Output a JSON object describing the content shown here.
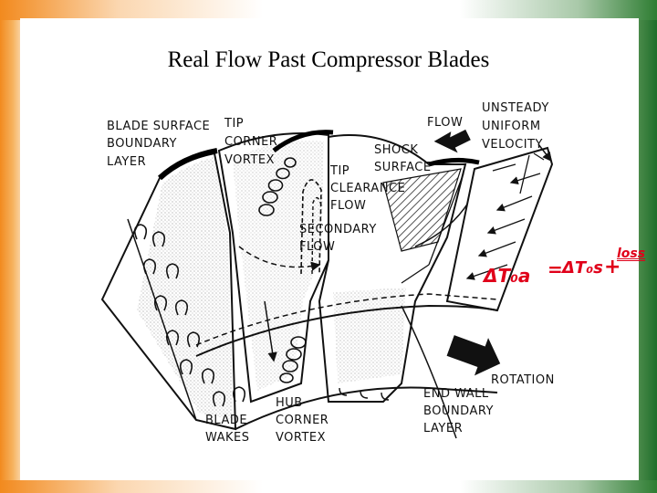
{
  "title": "Real Flow Past Compressor Blades",
  "labels": {
    "blade_surface_1": "BLADE SURFACE",
    "blade_surface_2": "BOUNDARY",
    "blade_surface_3": "LAYER",
    "tip_corner_1": "TIP",
    "tip_corner_2": "CORNER",
    "tip_corner_3": "VORTEX",
    "flow": "FLOW",
    "unsteady_1": "UNSTEADY",
    "unsteady_2": "UNIFORM",
    "unsteady_3": "VELOCITY",
    "shock_1": "SHOCK",
    "shock_2": "SURFACE",
    "tip_clear_1": "TIP",
    "tip_clear_2": "CLEARANCE",
    "tip_clear_3": "FLOW",
    "secondary_1": "SECONDARY",
    "secondary_2": "FLOW",
    "rotation": "ROTATION",
    "end_wall_1": "END WALL",
    "end_wall_2": "BOUNDARY",
    "end_wall_3": "LAYER",
    "hub_corner_1": "HUB",
    "hub_corner_2": "CORNER",
    "hub_corner_3": "VORTEX",
    "blade_wakes_1": "BLADE",
    "blade_wakes_2": "WAKES"
  },
  "annotation": {
    "term1": "ΔT₀a",
    "equals": "=",
    "term2": "ΔT₀s",
    "plus": "+",
    "term3": "loss"
  },
  "colors": {
    "orange": "#f28a1e",
    "green": "#2e7d32",
    "annotation_red": "#e0001a"
  }
}
